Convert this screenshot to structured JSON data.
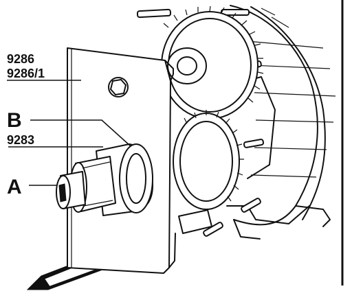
{
  "figure": {
    "callouts": {
      "tool_primary": "9286",
      "tool_secondary": "9286/1",
      "component_b": "B",
      "tool_9283": "9283",
      "component_a": "A"
    }
  }
}
